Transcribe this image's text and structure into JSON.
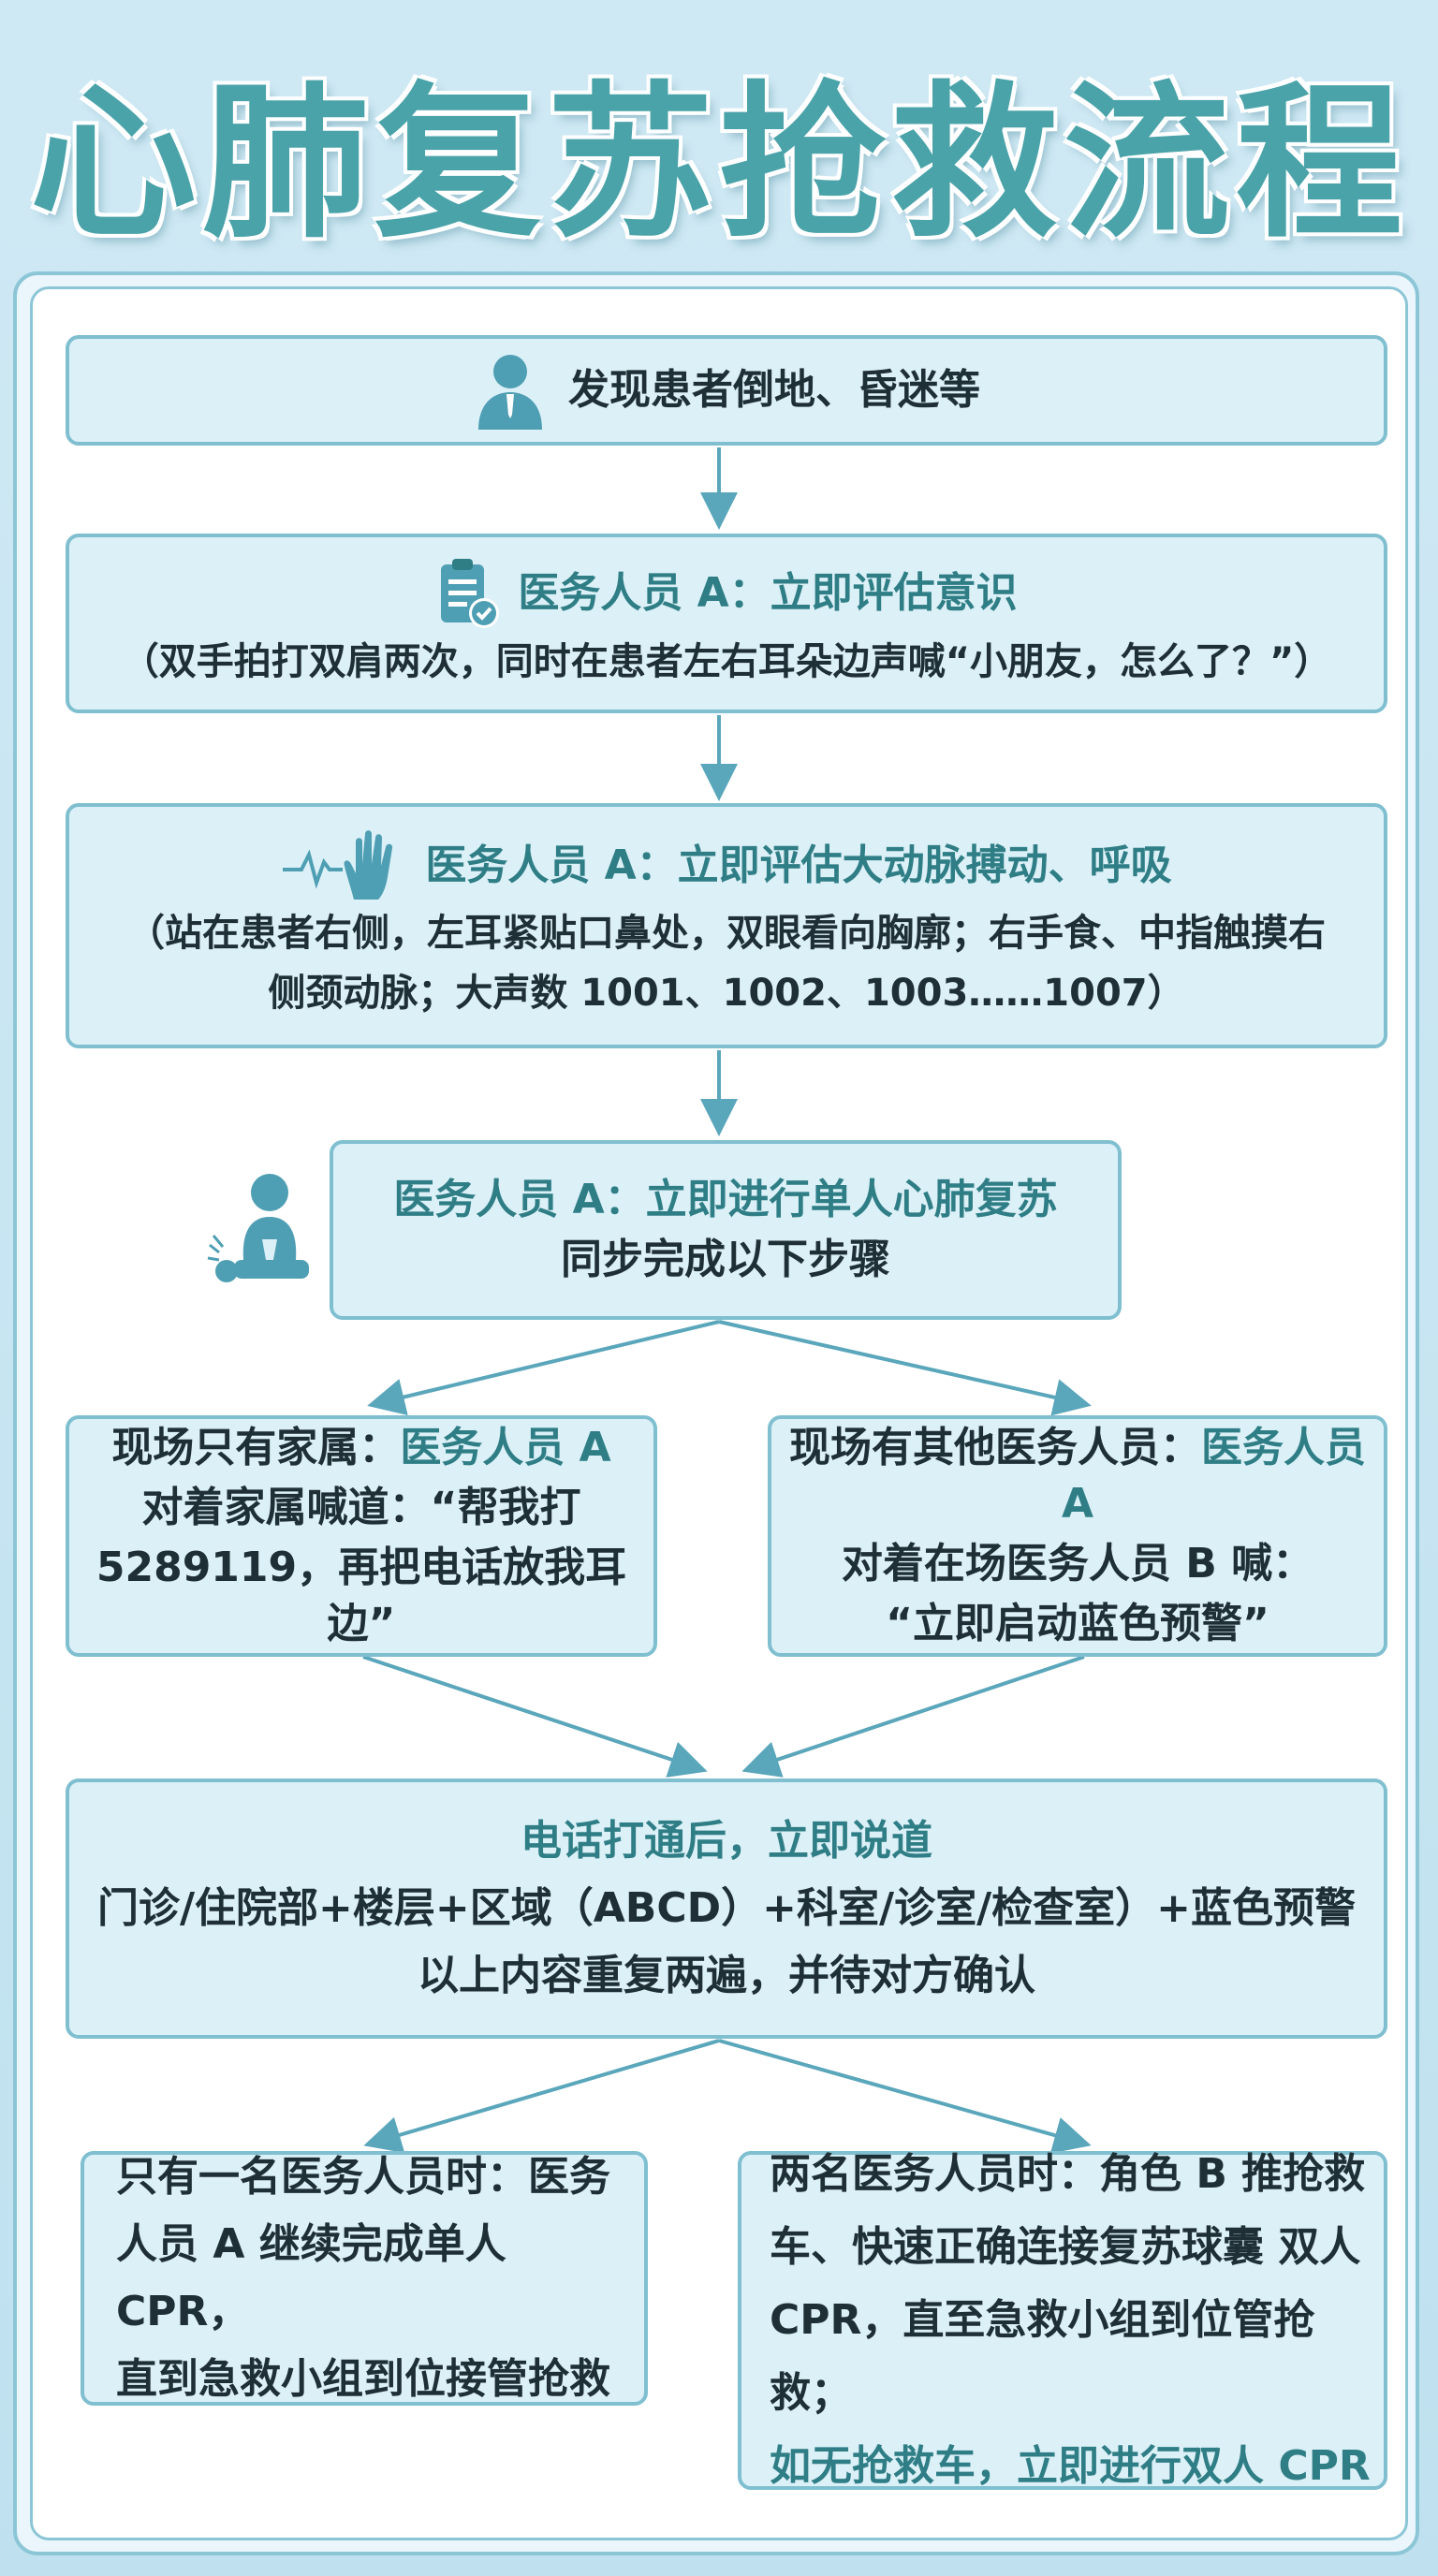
{
  "title": "心肺复苏抢救流程图",
  "step1": {
    "text": "发现患者倒地、昏迷等",
    "icon": "person-icon"
  },
  "step2": {
    "title": "医务人员 A：立即评估意识",
    "detail": "（双手拍打双肩两次，同时在患者左右耳朵边声喊“小朋友，怎么了？”）",
    "icon": "clipboard-check-icon"
  },
  "step3": {
    "title": "医务人员 A：立即评估大动脉搏动、呼吸",
    "detail_line1": "（站在患者右侧，左耳紧贴口鼻处，双眼看向胸廓；右手食、中指触摸右",
    "detail_line2": "侧颈动脉；大声数 1001、1002、1003……1007）",
    "icon": "pulse-hand-icon"
  },
  "step4": {
    "title": "医务人员 A：立即进行单人心肺复苏",
    "subtitle": "同步完成以下步骤",
    "icon": "cpr-icon"
  },
  "branch_left": {
    "prefix": "现场只有家属：",
    "highlight": "医务人员 A",
    "line2": "对着家属喊道：“帮我打",
    "line3": "5289119，再把电话放我耳边”"
  },
  "branch_right": {
    "prefix": "现场有其他医务人员：",
    "highlight": "医务人员 A",
    "line2": "对着在场医务人员 B 喊：",
    "line3": "“立即启动蓝色预警”"
  },
  "step5": {
    "title": "电话打通后，立即说道",
    "line2": "门诊/住院部+楼层+区域（ABCD）+科室/诊室/检查室）+蓝色预警",
    "line3": "以上内容重复两遍，并待对方确认"
  },
  "final_left": {
    "line1": "只有一名医务人员时：医务",
    "line2": "人员 A 继续完成单人 CPR，",
    "line3": "直到急救小组到位接管抢救"
  },
  "final_right": {
    "line1": "两名医务人员时：角色 B 推抢救",
    "line2": "车、快速正确连接复苏球囊 双人",
    "line3": "CPR，直至急救小组到位管抢救；",
    "line4": "如无抢救车，立即进行双人 CPR"
  },
  "colors": {
    "teal": "#2f7e86",
    "title": "#4aa3a9",
    "box_fill": "#dcf0f7",
    "box_border": "#7fbfd0",
    "arrow": "#5aa6bb"
  }
}
